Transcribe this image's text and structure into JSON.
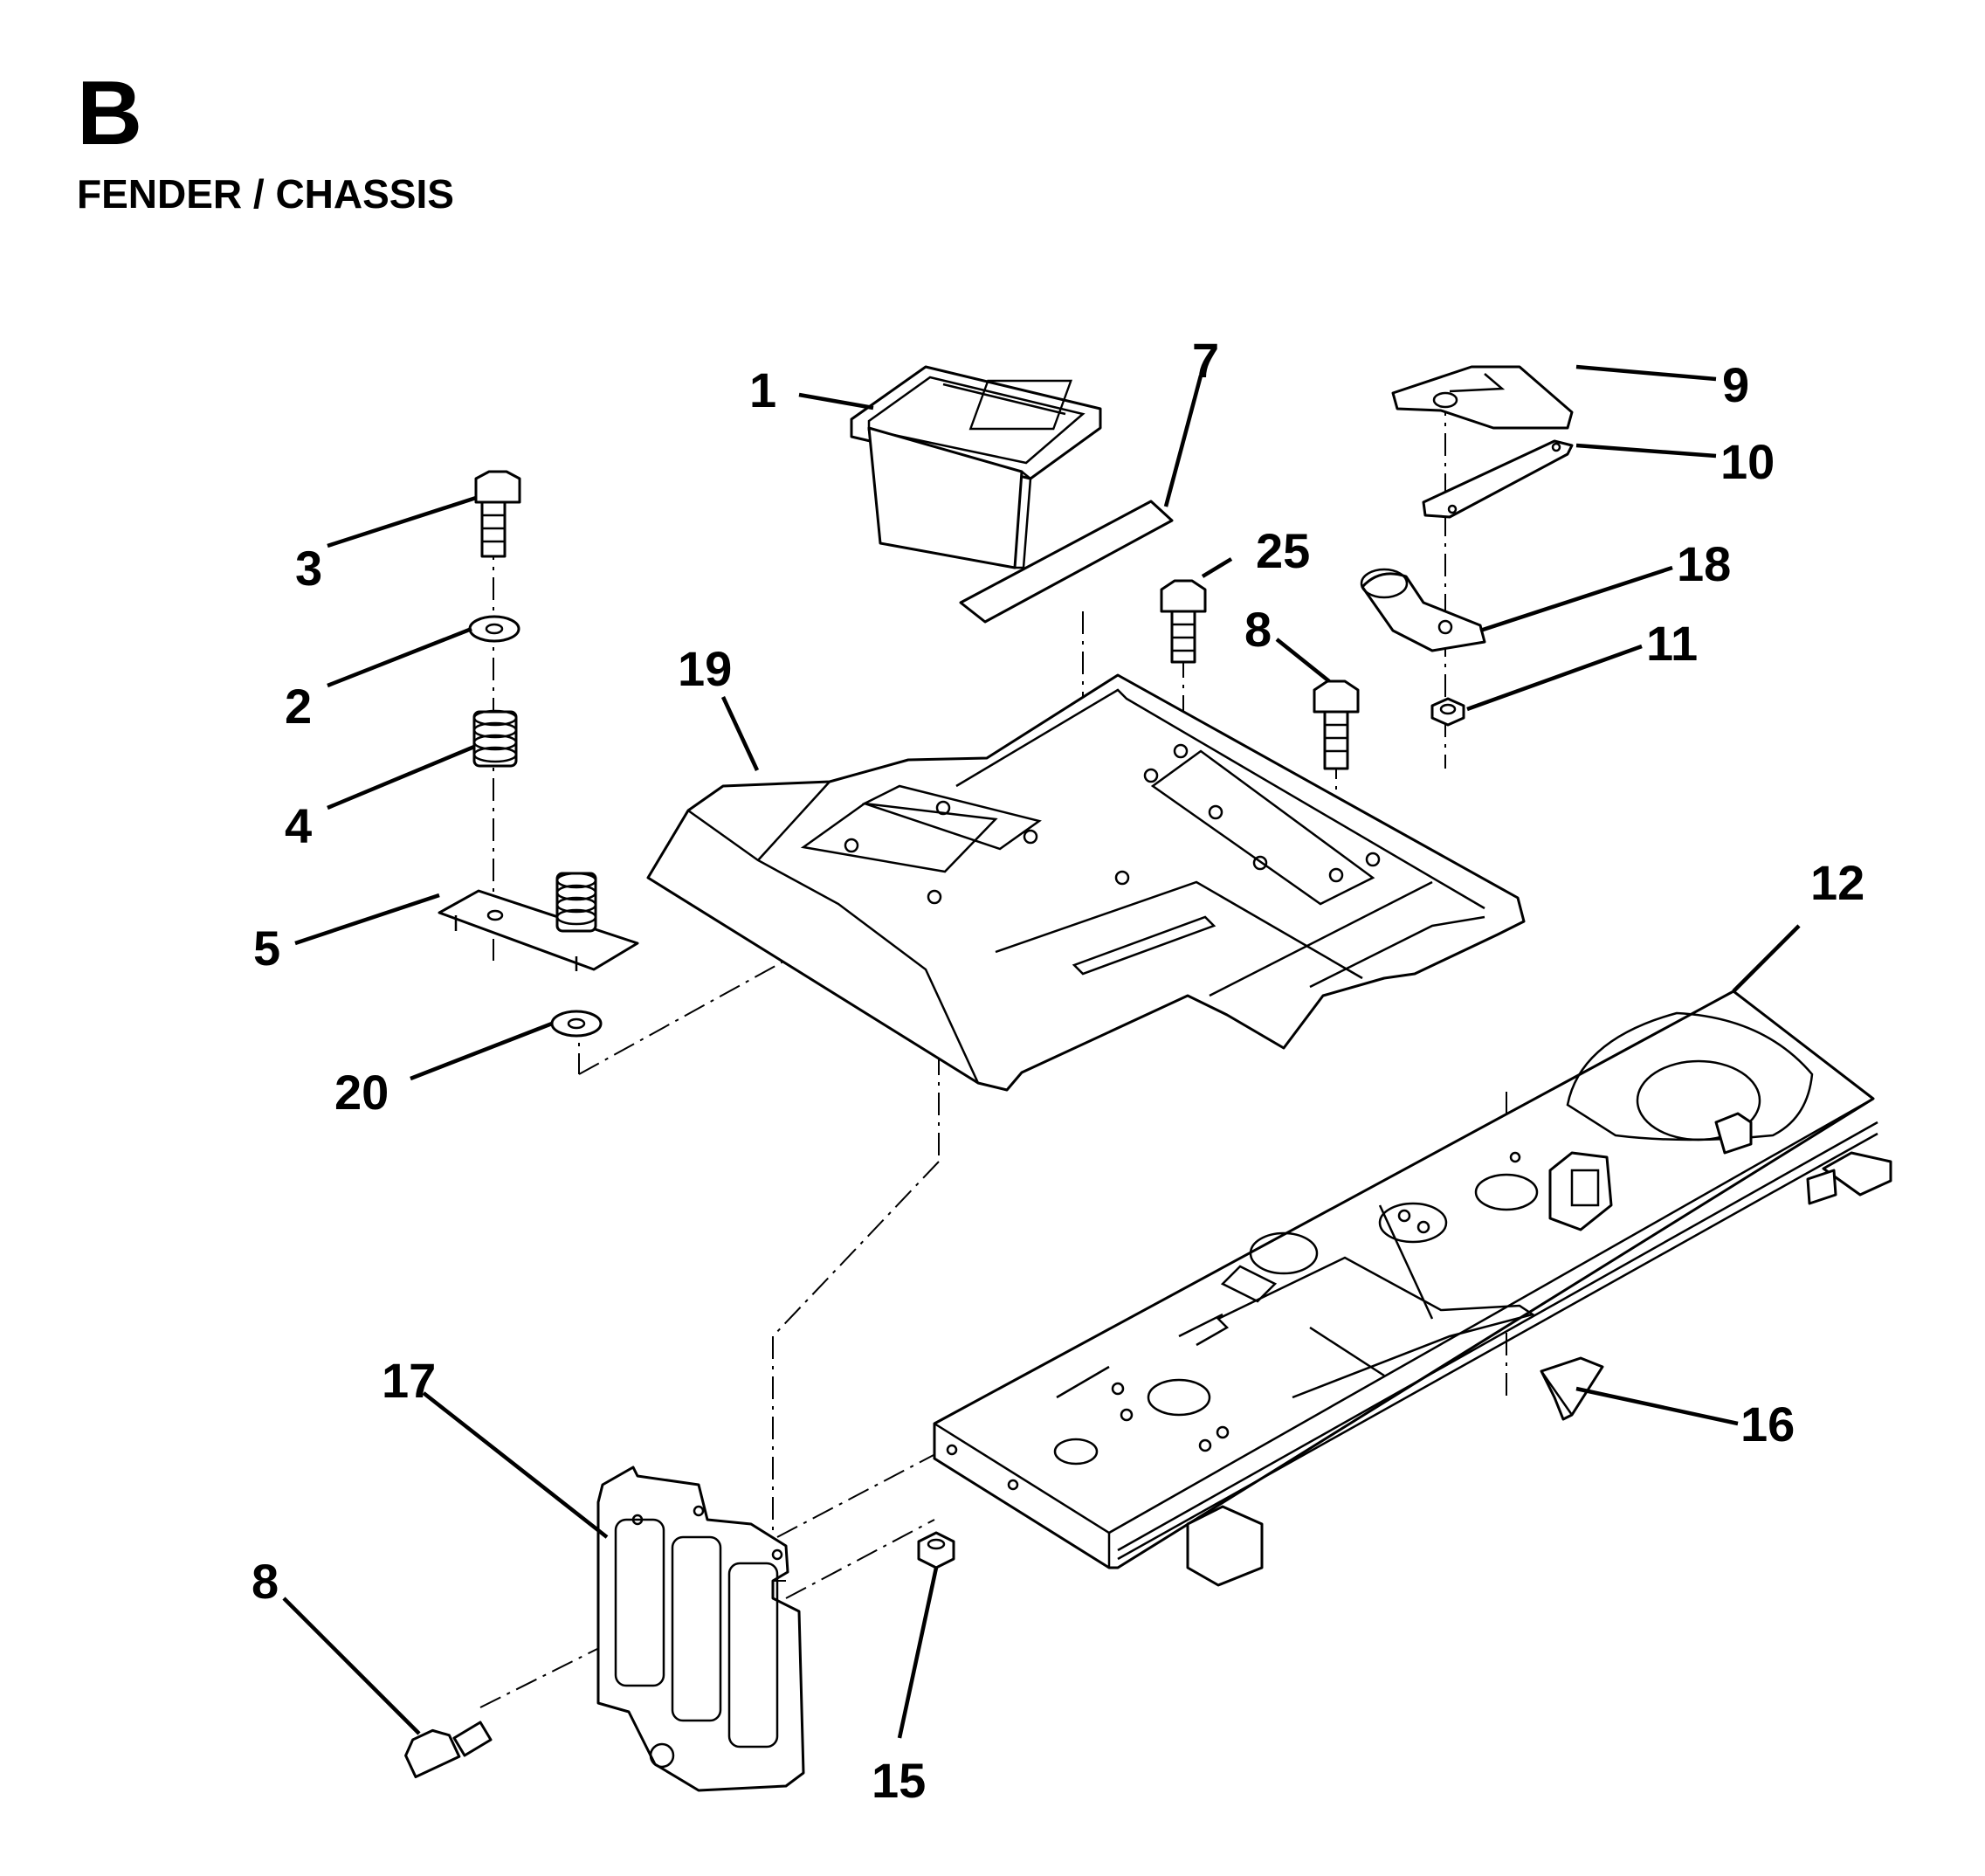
{
  "header": {
    "section": "B",
    "title": "FENDER / CHASSIS"
  },
  "callouts": {
    "c1": "1",
    "c2": "2",
    "c3": "3",
    "c4": "4",
    "c5": "5",
    "c7": "7",
    "c8a": "8",
    "c8b": "8",
    "c9": "9",
    "c10": "10",
    "c11": "11",
    "c12": "12",
    "c15": "15",
    "c16": "16",
    "c17": "17",
    "c18": "18",
    "c19": "19",
    "c20": "20",
    "c25": "25"
  }
}
